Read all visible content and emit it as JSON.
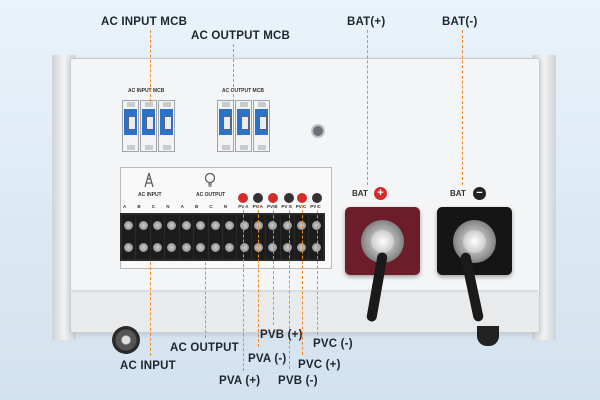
{
  "labels": {
    "ac_input_mcb": "AC INPUT MCB",
    "ac_output_mcb": "AC OUTPUT MCB",
    "bat_pos": "BAT(+)",
    "bat_neg": "BAT(-)",
    "ac_input": "AC INPUT",
    "ac_output": "AC OUTPUT",
    "pva_pos": "PVA (+)",
    "pva_neg": "PVA (-)",
    "pvb_pos": "PVB (+)",
    "pvb_neg": "PVB (-)",
    "pvc_pos": "PVC (+)",
    "pvc_neg": "PVC (-)"
  },
  "device_text": {
    "mcb_in_label": "AC INPUT MCB",
    "mcb_out_label": "AC OUTPUT MCB",
    "panel_ac_input": "AC INPUT",
    "panel_ac_output": "AC OUTPUT",
    "bat_plate_label": "BAT",
    "bat_plate_label_neg": "BAT",
    "plus_sign": "+",
    "minus_sign": "−",
    "terminal_letters": [
      "A",
      "B",
      "C",
      "N",
      "A",
      "B",
      "C",
      "N",
      "PV A",
      "PV A",
      "PV B",
      "PV B",
      "PV C",
      "PV C"
    ]
  },
  "colors": {
    "leader": "#f08a24",
    "mcb_blue": "#2b73c9",
    "bat_pos_plate": "#6b1e2a",
    "bat_neg_plate": "#151515",
    "pos_badge": "#d62b2b",
    "neg_badge": "#222222"
  },
  "icons": [
    "tower-icon",
    "lightbulb-icon"
  ]
}
